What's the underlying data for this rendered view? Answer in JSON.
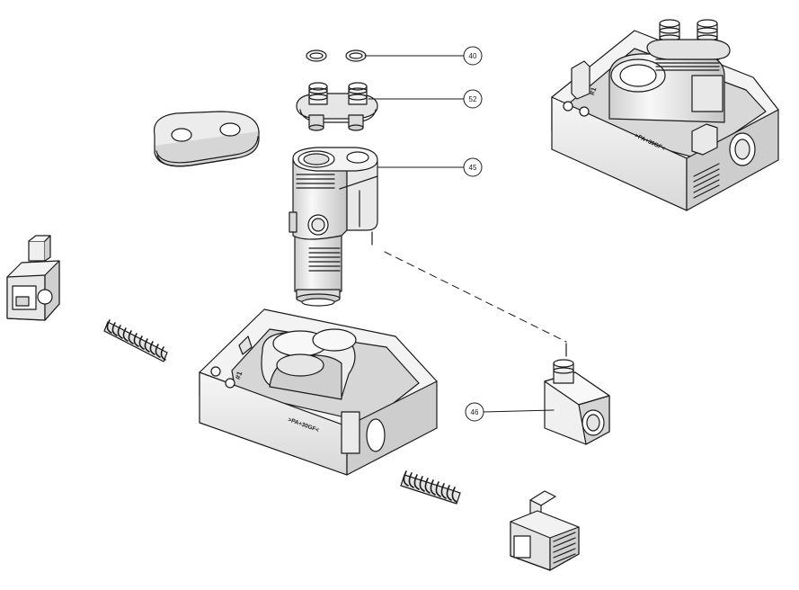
{
  "callouts": {
    "c40": "40",
    "c52": "52",
    "c45": "45",
    "c46": "46"
  },
  "markings": {
    "housing_top_id": "#1",
    "housing_top_material": ">PA+30GF<",
    "housing_bottom_id": "#1",
    "housing_bottom_material": ">PA+30GF<"
  },
  "colors": {
    "line": "#1a1a1a",
    "fill_light": "#f4f4f4",
    "fill_mid": "#dcdcdc",
    "fill_dark": "#b8b8b8",
    "background": "#ffffff"
  }
}
